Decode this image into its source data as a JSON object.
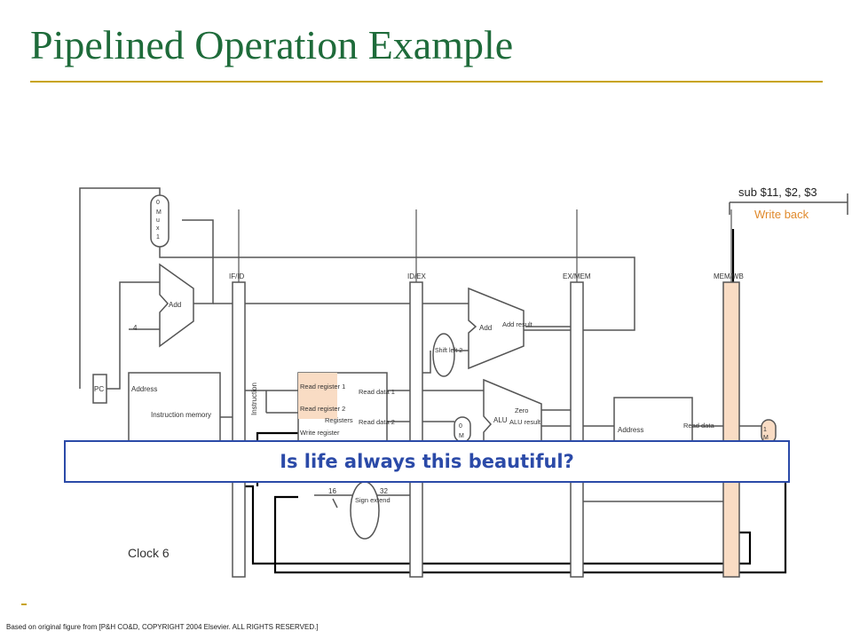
{
  "slide": {
    "title": "Pipelined Operation Example",
    "callout": "Is life always this beautiful?",
    "footer": "Based on original figure from [P&H CO&D, COPYRIGHT 2004 Elsevier. ALL RIGHTS RESERVED.]"
  },
  "diagram": {
    "instruction": "sub $11, $2, $3",
    "stage": "Write back",
    "clock": "Clock 6",
    "pipeline_registers": [
      "IF/ID",
      "ID/EX",
      "EX/MEM",
      "MEM/WB"
    ],
    "mux_label": [
      "0",
      "M",
      "u",
      "x",
      "1"
    ],
    "labels": {
      "add": "Add",
      "four": "4",
      "pc": "PC",
      "address": "Address",
      "instruction_memory": "Instruction memory",
      "instruction": "Instruction",
      "read_register_1": "Read register 1",
      "read_register_2": "Read register 2",
      "write_register": "Write register",
      "registers": "Registers",
      "read_data_1": "Read data 1",
      "read_data_2": "Read data 2",
      "shift_left_2": "Shift left 2",
      "add_result": "Add result",
      "alu": "ALU",
      "zero": "Zero",
      "alu_result": "ALU result",
      "read_data": "Read data",
      "sign_extend": "Sign extend",
      "bits_16": "16",
      "bits_32": "32"
    },
    "colors": {
      "active_stage": "#f9dcc4",
      "stage_text": "#e08a2c",
      "title": "#1e6b3a",
      "rule": "#c8a415",
      "callout": "#2b4aa8"
    }
  }
}
